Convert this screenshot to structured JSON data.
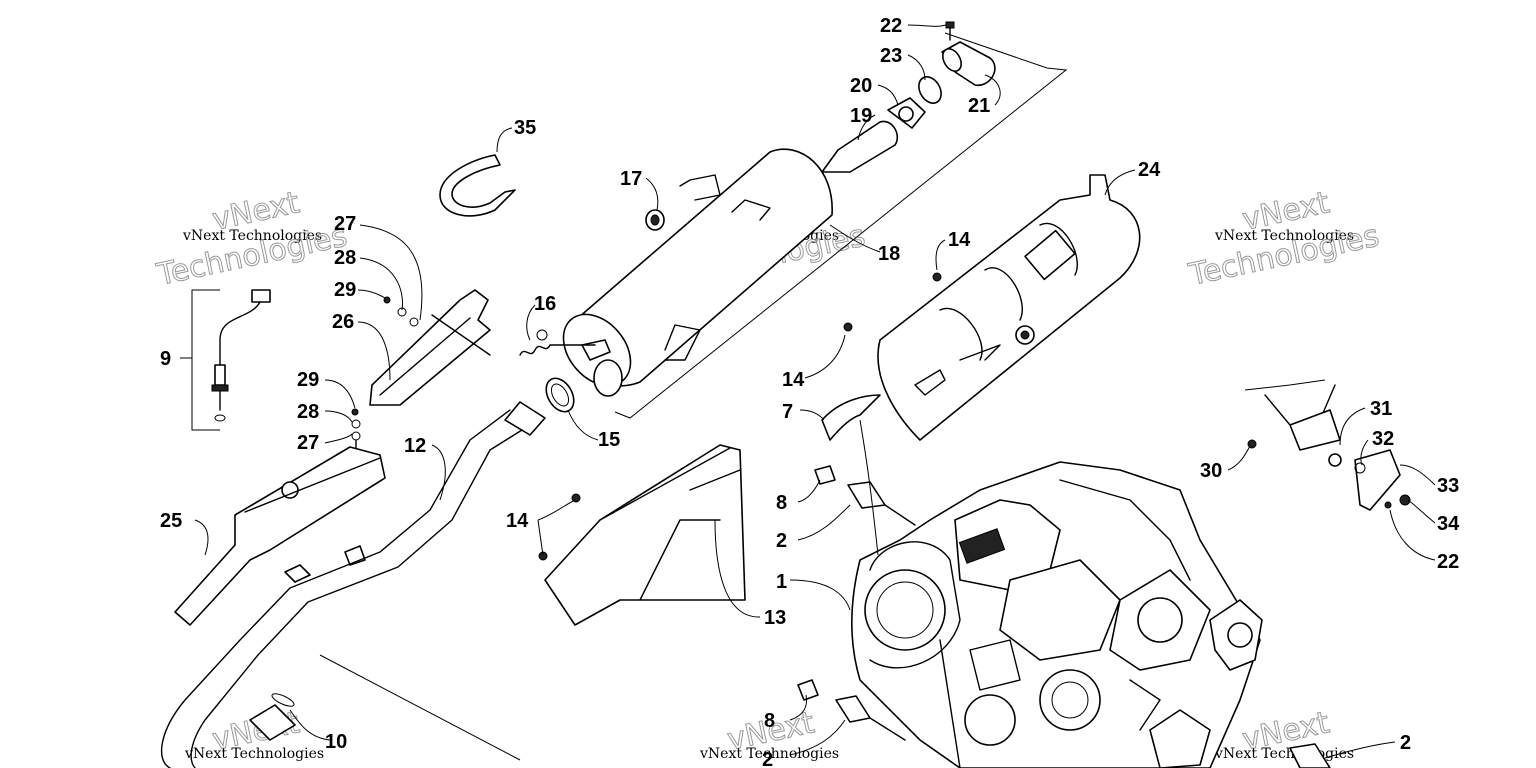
{
  "watermark": {
    "line1": "vNext Technologies",
    "line2": "vNext",
    "line3": "Technologies"
  },
  "callouts": [
    "22",
    "23",
    "20",
    "21",
    "19",
    "35",
    "17",
    "24",
    "18",
    "14",
    "27",
    "28",
    "29",
    "26",
    "16",
    "9",
    "14",
    "29",
    "28",
    "27",
    "12",
    "15",
    "7",
    "25",
    "8",
    "2",
    "13",
    "30",
    "31",
    "32",
    "33",
    "34",
    "22",
    "14",
    "1",
    "8",
    "10",
    "2",
    "2"
  ]
}
